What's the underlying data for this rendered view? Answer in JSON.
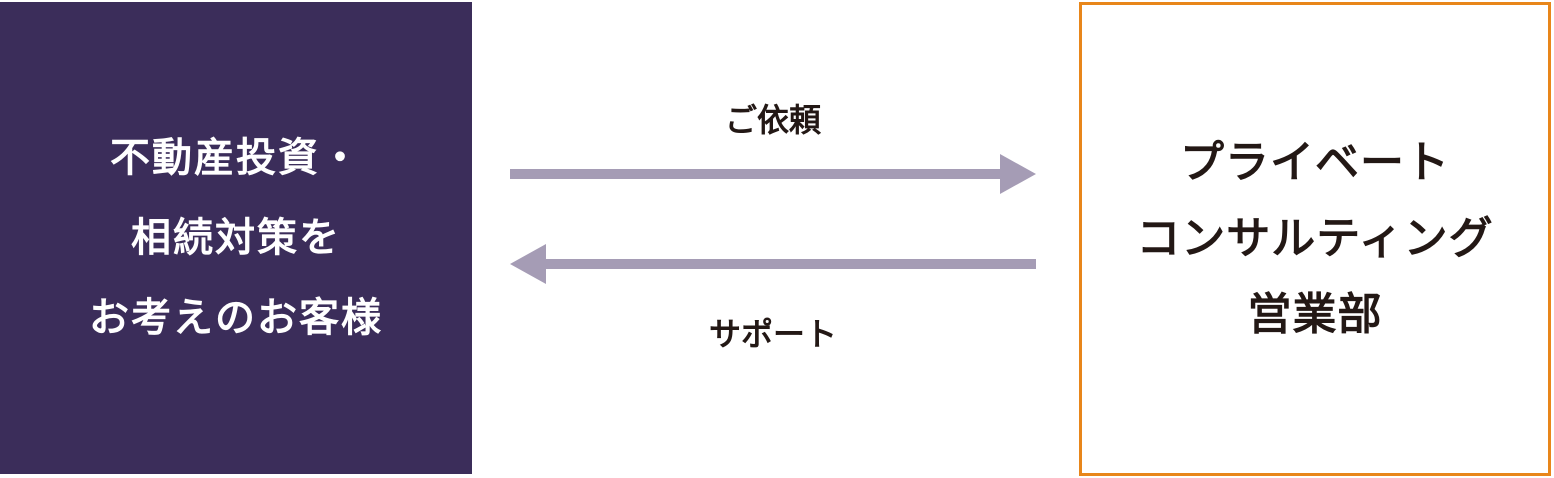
{
  "left_box": {
    "lines": [
      "不動産投資・",
      "相続対策を",
      "お考えのお客様"
    ],
    "fill_color": "#3b2d5a",
    "text_color": "#ffffff"
  },
  "right_box": {
    "lines": [
      "プライベート",
      "コンサルティング",
      "営業部"
    ],
    "border_color": "#e8861a",
    "text_color": "#231815"
  },
  "arrows": {
    "color": "#a59cb5",
    "forward_label": "ご依頼",
    "backward_label": "サポート"
  }
}
